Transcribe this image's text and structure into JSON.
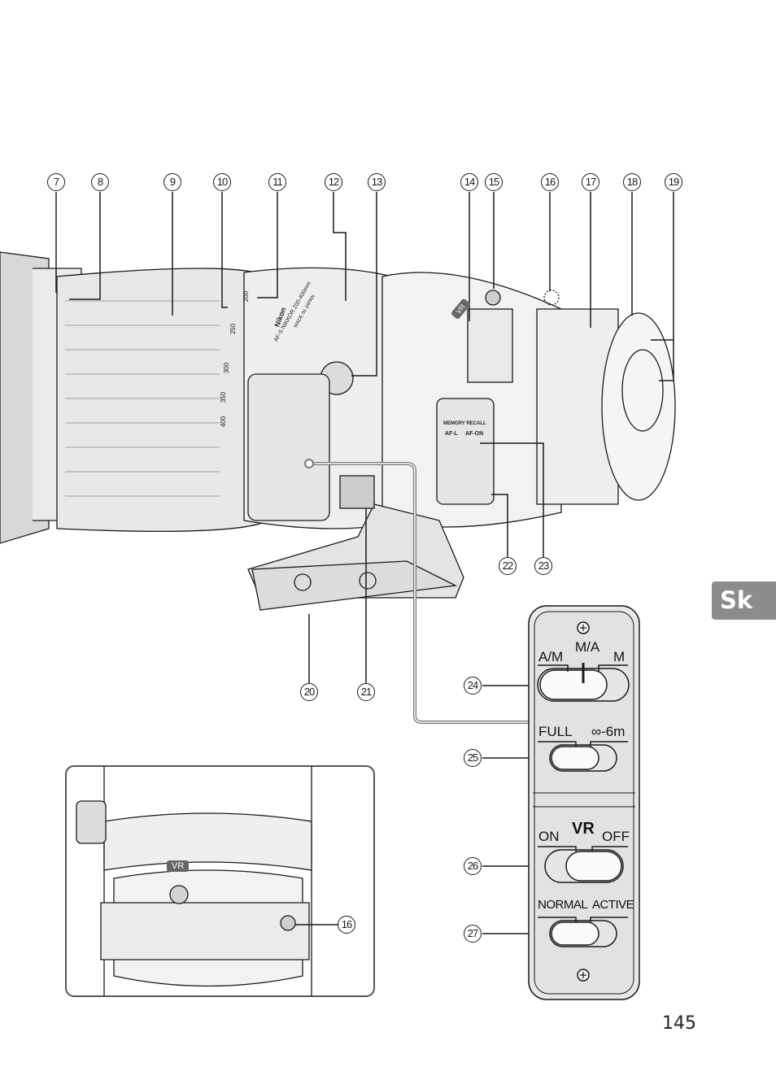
{
  "page": {
    "number": "145",
    "language_tab": "Sk",
    "language_tab_color": "#8c8c8c"
  },
  "callouts_top": [
    "7",
    "8",
    "9",
    "10",
    "11",
    "12",
    "13",
    "14",
    "15",
    "16",
    "17",
    "18",
    "19"
  ],
  "callouts_bottom": [
    "20",
    "21",
    "22",
    "23"
  ],
  "callouts_panel": [
    "24",
    "25",
    "26",
    "27"
  ],
  "inset_callout": "16",
  "lens_markings": {
    "focal_scale": [
      "200",
      "250",
      "300",
      "350",
      "400"
    ],
    "brand": "Nikon",
    "model": "AF-S NIKKOR 200-400mm",
    "origin": "MADE IN JAPAN",
    "vr_badge": "VR",
    "memory_recall": "MEMORY RECALL",
    "af_l": "AF-L",
    "af_on": "AF-ON"
  },
  "switch_panel": {
    "focus_mode": {
      "left": "A/M",
      "center": "M/A",
      "right": "M"
    },
    "focus_limit": {
      "left": "FULL",
      "right": "∞-6m"
    },
    "vr_title": "VR",
    "vr": {
      "left": "ON",
      "right": "OFF"
    },
    "vr_mode": {
      "left": "NORMAL",
      "right": "ACTIVE"
    }
  },
  "inset": {
    "vr_badge": "VR"
  }
}
